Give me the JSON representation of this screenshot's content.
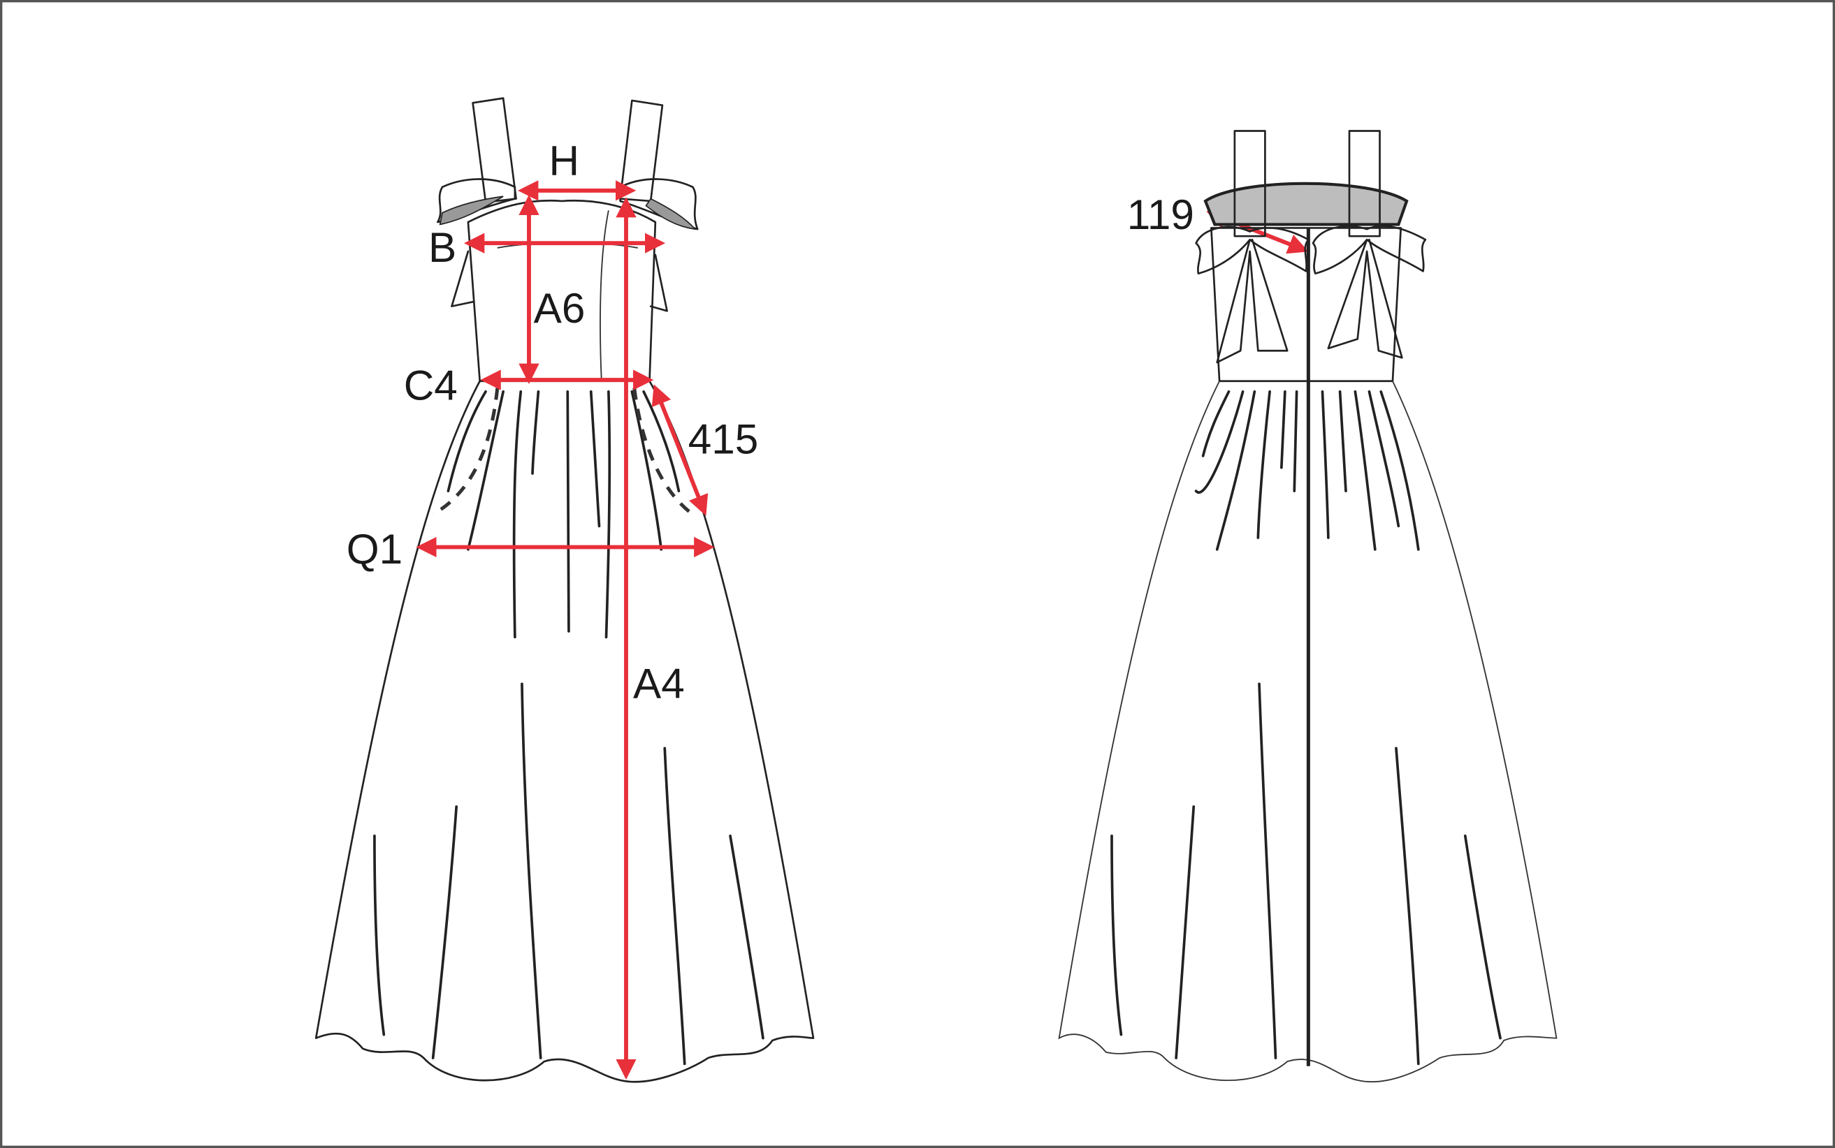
{
  "labels": {
    "h": "H",
    "b": "B",
    "a6": "A6",
    "c4": "C4",
    "m415": "415",
    "q1": "Q1",
    "a4": "A4",
    "m119": "119"
  },
  "colors": {
    "measure": "#e8303a",
    "outline": "#222222",
    "lining": "#bdbdbd"
  }
}
